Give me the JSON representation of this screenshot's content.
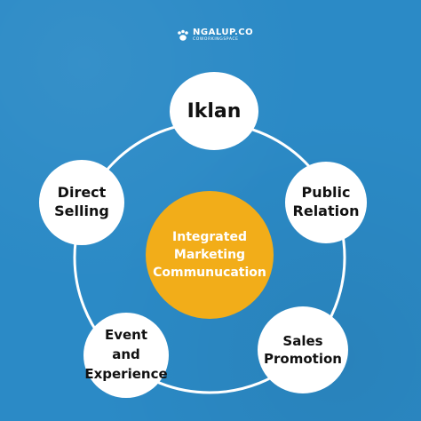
{
  "brand": {
    "name": "NGALUP.CO",
    "tagline": "COWORKINGSPACE",
    "icon": "paw-logo-icon"
  },
  "diagram": {
    "center": "Integrated\nMarketing\nCommunucation",
    "nodes": {
      "top": "Iklan",
      "right": "Public\nRelation",
      "left": "Direct\nSelling",
      "bottom_left": "Event\nand\nExperience",
      "bottom_right": "Sales\nPromotion"
    }
  },
  "colors": {
    "background": "#2b8ac6",
    "center_fill": "#f2ad19",
    "node_fill": "#ffffff",
    "ring": "#ffffff"
  }
}
